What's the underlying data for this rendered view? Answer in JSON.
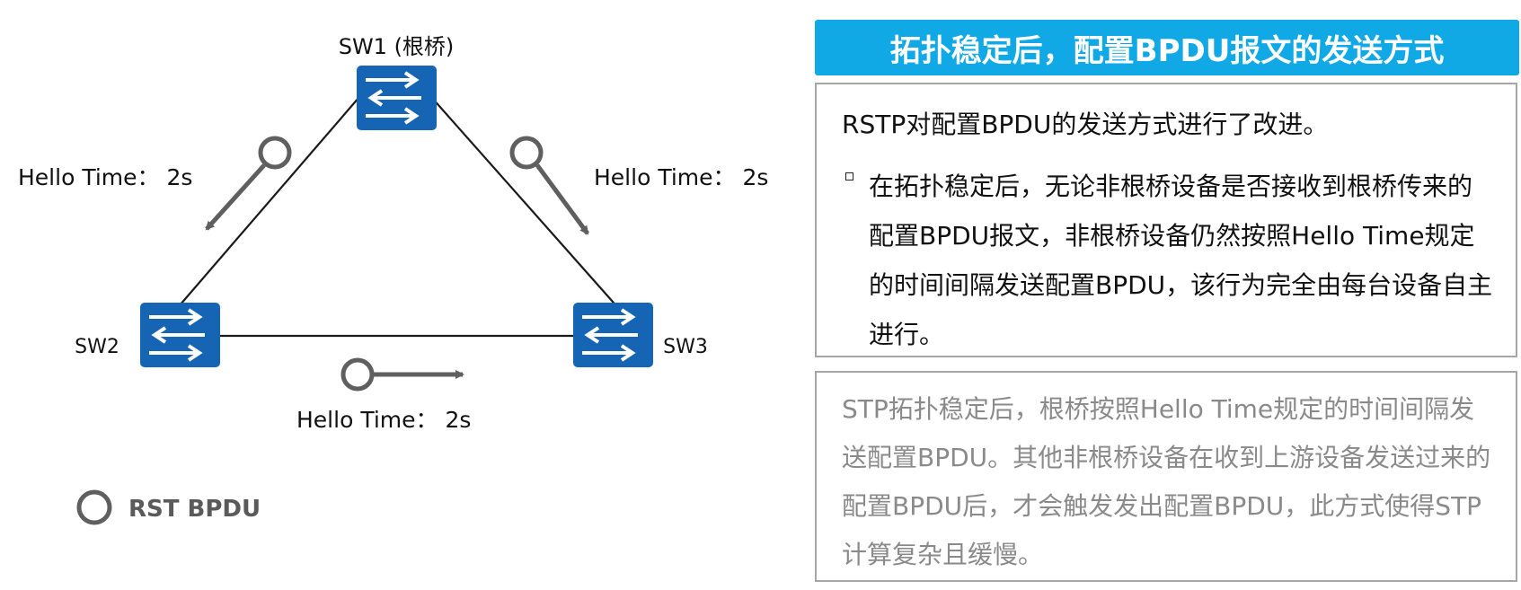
{
  "diagram": {
    "nodes": {
      "sw1": "SW1 (根桥)",
      "sw2": "SW2",
      "sw3": "SW3"
    },
    "hello_labels": {
      "left": "Hello Time： 2s",
      "right": "Hello Time： 2s",
      "bottom": "Hello Time： 2s"
    },
    "legend": {
      "label": "RST BPDU"
    },
    "colors": {
      "switch_fill": "#1565b4",
      "arrow": "#5f5f5f",
      "link": "#1a1a1a"
    }
  },
  "panel": {
    "title": "拓扑稳定后，配置BPDU报文的发送方式",
    "intro": "RSTP对配置BPDU的发送方式进行了改进。",
    "bullet": "在拓扑稳定后，无论非根桥设备是否接收到根桥传来的配置BPDU报文，非根桥设备仍然按照Hello Time规定的时间间隔发送配置BPDU，该行为完全由每台设备自主进行。",
    "note": "STP拓扑稳定后，根桥按照Hello Time规定的时间间隔发送配置BPDU。其他非根桥设备在收到上游设备发送过来的配置BPDU后，才会触发发出配置BPDU，此方式使得STP计算复杂且缓慢。",
    "colors": {
      "title_bg": "#11a8e6",
      "note_text": "#8a8a8a"
    }
  }
}
